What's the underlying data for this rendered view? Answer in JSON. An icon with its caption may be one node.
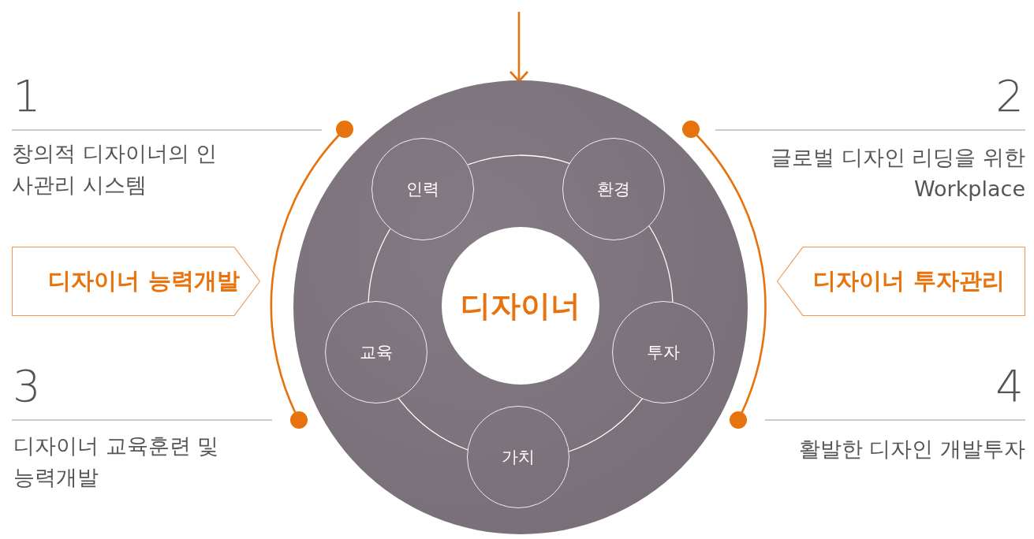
{
  "diagram": {
    "nodes": [
      {
        "text": [],
        "shape": "circle"
      },
      {
        "text": [
          "인력"
        ],
        "in": 0
      },
      {
        "text": [
          "환경"
        ],
        "in": 0
      },
      {
        "text": [
          "디자이너"
        ],
        "in": 0
      },
      {
        "text": [
          "교육"
        ],
        "in": 0
      },
      {
        "text": [
          "투자"
        ],
        "in": 0
      },
      {
        "text": [
          "가치"
        ],
        "in": 0
      },
      {
        "text": [
          "디자이너 능력개발"
        ]
      },
      {
        "text": [
          "디자이너 투자관리"
        ]
      }
    ],
    "edges": [
      {
        "from": null,
        "to": 0,
        "arrow": "to",
        "color": "#e8720c"
      },
      {
        "from": 1,
        "to": 2,
        "arrow": "none"
      },
      {
        "from": 2,
        "to": 5,
        "arrow": "none"
      },
      {
        "from": 5,
        "to": 6,
        "arrow": "none"
      },
      {
        "from": 6,
        "to": 4,
        "arrow": "none"
      },
      {
        "from": 4,
        "to": 1,
        "arrow": "none"
      }
    ],
    "labels": [
      "1",
      "창의적 디자이너의 인사관리 시스템",
      "2",
      "글로벌 디자인 리딩을 위한 Workplace",
      "3",
      "디자이너 교육훈련 및 능력개발",
      "4",
      "활발한 디자인 개발투자"
    ]
  }
}
